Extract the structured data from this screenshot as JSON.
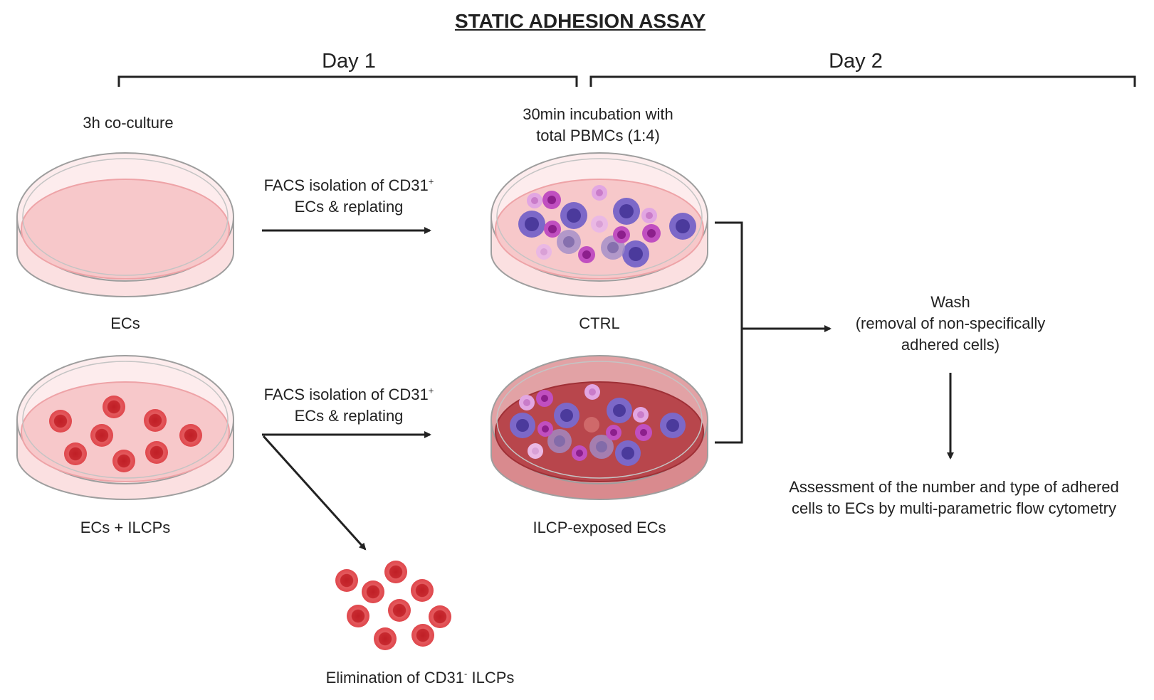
{
  "title": "STATIC ADHESION ASSAY",
  "days": {
    "day1": "Day 1",
    "day2": "Day 2"
  },
  "labels": {
    "coculture": "3h co-culture",
    "incubation_line1": "30min incubation with",
    "incubation_line2": "total PBMCs (1:4)",
    "facs_top_a": "FACS isolation of CD31",
    "facs_top_sup": "+",
    "facs_top_b": "ECs & replating",
    "facs_bottom_a": "FACS isolation of CD31",
    "facs_bottom_sup": "+",
    "facs_bottom_b": "ECs & replating",
    "ecs": "ECs",
    "ecs_ilcps": "ECs + ILCPs",
    "ctrl": "CTRL",
    "ilcp_exposed": "ILCP-exposed ECs",
    "wash_line1": "Wash",
    "wash_line2": "(removal of non-specifically",
    "wash_line3": "adhered cells)",
    "assess_line1": "Assessment of the number and type of adhered",
    "assess_line2": "cells to ECs by multi-parametric flow cytometry",
    "elim_a": "Elimination of CD31",
    "elim_sup": "-",
    "elim_b": " ILCPs"
  },
  "colors": {
    "dish_rim": "#9e9e9e",
    "medium_light": "#f7c8ca",
    "medium_exposed": "#b8464c",
    "red_cell": "#d9353b",
    "purple_cell": "#7c68c8",
    "magenta_cell": "#c04fc0",
    "arrow": "#222222"
  },
  "icons": [
    "petri-dish",
    "endothelial-cell",
    "pbmc-cell",
    "arrow"
  ]
}
